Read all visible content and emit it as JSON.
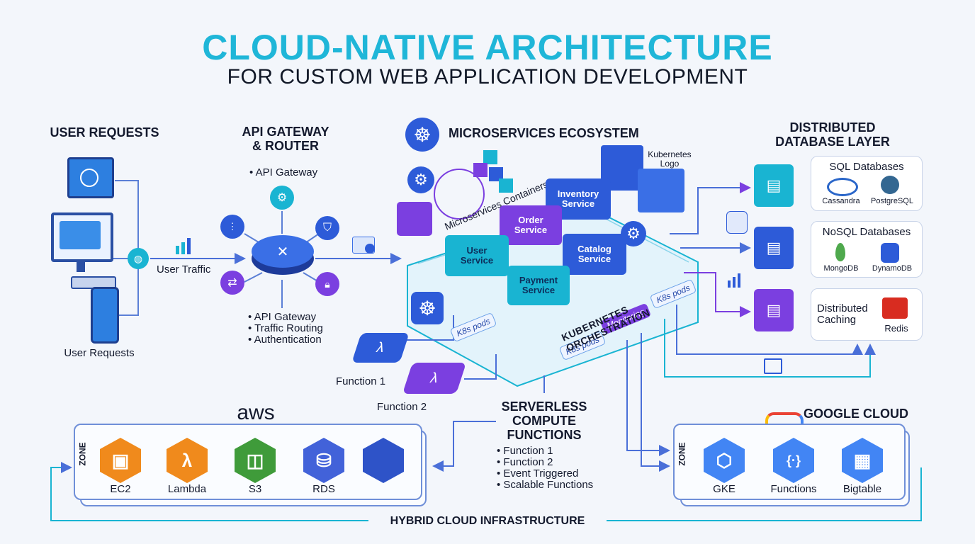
{
  "header": {
    "title": "CLOUD-NATIVE ARCHITECTURE",
    "subtitle": "FOR CUSTOM WEB APPLICATION DEVELOPMENT"
  },
  "user_requests": {
    "heading": "USER REQUESTS",
    "caption": "User Requests",
    "traffic_label": "User Traffic"
  },
  "gateway": {
    "heading_line1": "API GATEWAY",
    "heading_line2": "& ROUTER",
    "top_bullet": "API Gateway",
    "bullets": [
      "API Gateway",
      "Traffic Routing",
      "Authentication"
    ]
  },
  "microservices": {
    "heading": "MICROSERVICES ECOSYSTEM",
    "containers_label": "Microservices Containers",
    "kubernetes_logo_label_line1": "Kubernetes",
    "kubernetes_logo_label_line2": "Logo",
    "services": [
      {
        "line1": "Inventory",
        "line2": "Service"
      },
      {
        "line1": "Order",
        "line2": "Service"
      },
      {
        "line1": "User",
        "line2": "Service"
      },
      {
        "line1": "Catalog",
        "line2": "Service"
      },
      {
        "line1": "Payment",
        "line2": "Service"
      }
    ],
    "tags": [
      "K8s pods",
      "K8s pods",
      "Monitoring",
      "K8s pods"
    ],
    "orchestration_label": "KUBERNETES ORCHESTRATION"
  },
  "functions": {
    "function1": "Function 1",
    "function2": "Function 2"
  },
  "serverless": {
    "heading_line1": "SERVERLESS",
    "heading_line2": "COMPUTE",
    "heading_line3": "FUNCTIONS",
    "bullets": [
      "Function 1",
      "Function 2",
      "Event Triggered",
      "Scalable Functions"
    ]
  },
  "database": {
    "heading_line1": "DISTRIBUTED",
    "heading_line2": "DATABASE LAYER",
    "sql": {
      "title": "SQL Databases",
      "items": [
        "Cassandra",
        "PostgreSQL"
      ]
    },
    "nosql": {
      "title": "NoSQL Databases",
      "items": [
        "MongoDB",
        "DynamoDB"
      ]
    },
    "caching": {
      "title_line1": "Distributed",
      "title_line2": "Caching",
      "item": "Redis"
    }
  },
  "aws": {
    "logo_text": "aws",
    "zone_label": "ZONE",
    "services": [
      "EC2",
      "Lambda",
      "S3",
      "RDS"
    ]
  },
  "gcp": {
    "heading": "GOOGLE CLOUD",
    "zone_label": "ZONE",
    "services": [
      "GKE",
      "Functions",
      "Bigtable"
    ]
  },
  "footer": {
    "label": "HYBRID CLOUD INFRASTRUCTURE"
  },
  "colors": {
    "title": "#1fb6d8",
    "cyan": "#19b4d2",
    "blue": "#2d5bd8",
    "purple": "#7b3fe0",
    "aws_orange": "#f08a1c",
    "aws_green": "#3f9b3a",
    "aws_blue": "#4262d9"
  }
}
